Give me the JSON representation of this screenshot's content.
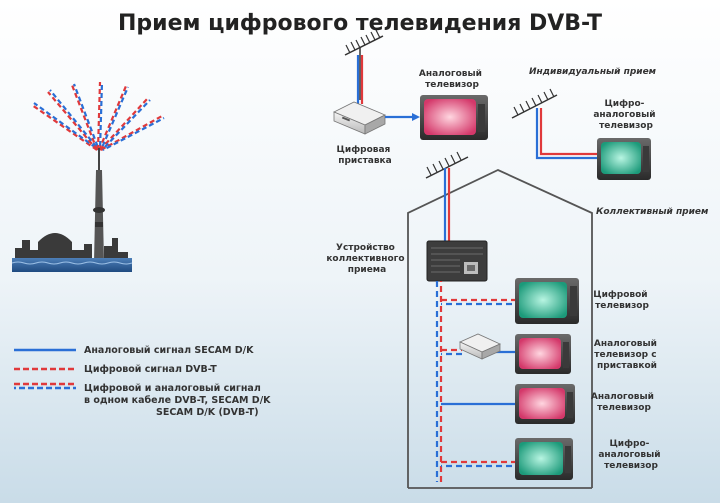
{
  "title": "Прием цифрового телевидения DVB-T",
  "labels": {
    "analog_tv_top": [
      "Аналоговый",
      "телевизор"
    ],
    "set_top_box": [
      "Цифровая",
      "приставка"
    ],
    "individual": "Индивидуальный прием",
    "digital_analog_tv_top": [
      "Цифро-",
      "аналоговый",
      "телевизор"
    ],
    "collective": "Коллективный прием",
    "collective_device": [
      "Устройство",
      "коллективного",
      "приема"
    ],
    "digital_tv": [
      "Цифровой",
      "телевизор"
    ],
    "analog_tv_with_box": [
      "Аналоговый",
      "телевизор с",
      "приставкой"
    ],
    "analog_tv_mid": [
      "Аналоговый",
      "телевизор"
    ],
    "digital_analog_tv_bottom": [
      "Цифро-",
      "аналоговый",
      "телевизор"
    ]
  },
  "legend": [
    {
      "lines": [
        "Аналоговый сигнал SECAM D/K"
      ],
      "style": "analog"
    },
    {
      "lines": [
        "Цифровой сигнал DVB-T"
      ],
      "style": "digital"
    },
    {
      "lines": [
        "Цифровой и аналоговый сигнал",
        "в одном кабеле DVB-T, SECAM D/K",
        "SECAM D/K (DVB-T)"
      ],
      "style": "combined"
    }
  ],
  "colors": {
    "analog": "#2a6fd6",
    "digital": "#e0393b",
    "digital_screen": "#3ec9a4",
    "analog_screen": "#f07a9a",
    "house_line": "#555555"
  }
}
